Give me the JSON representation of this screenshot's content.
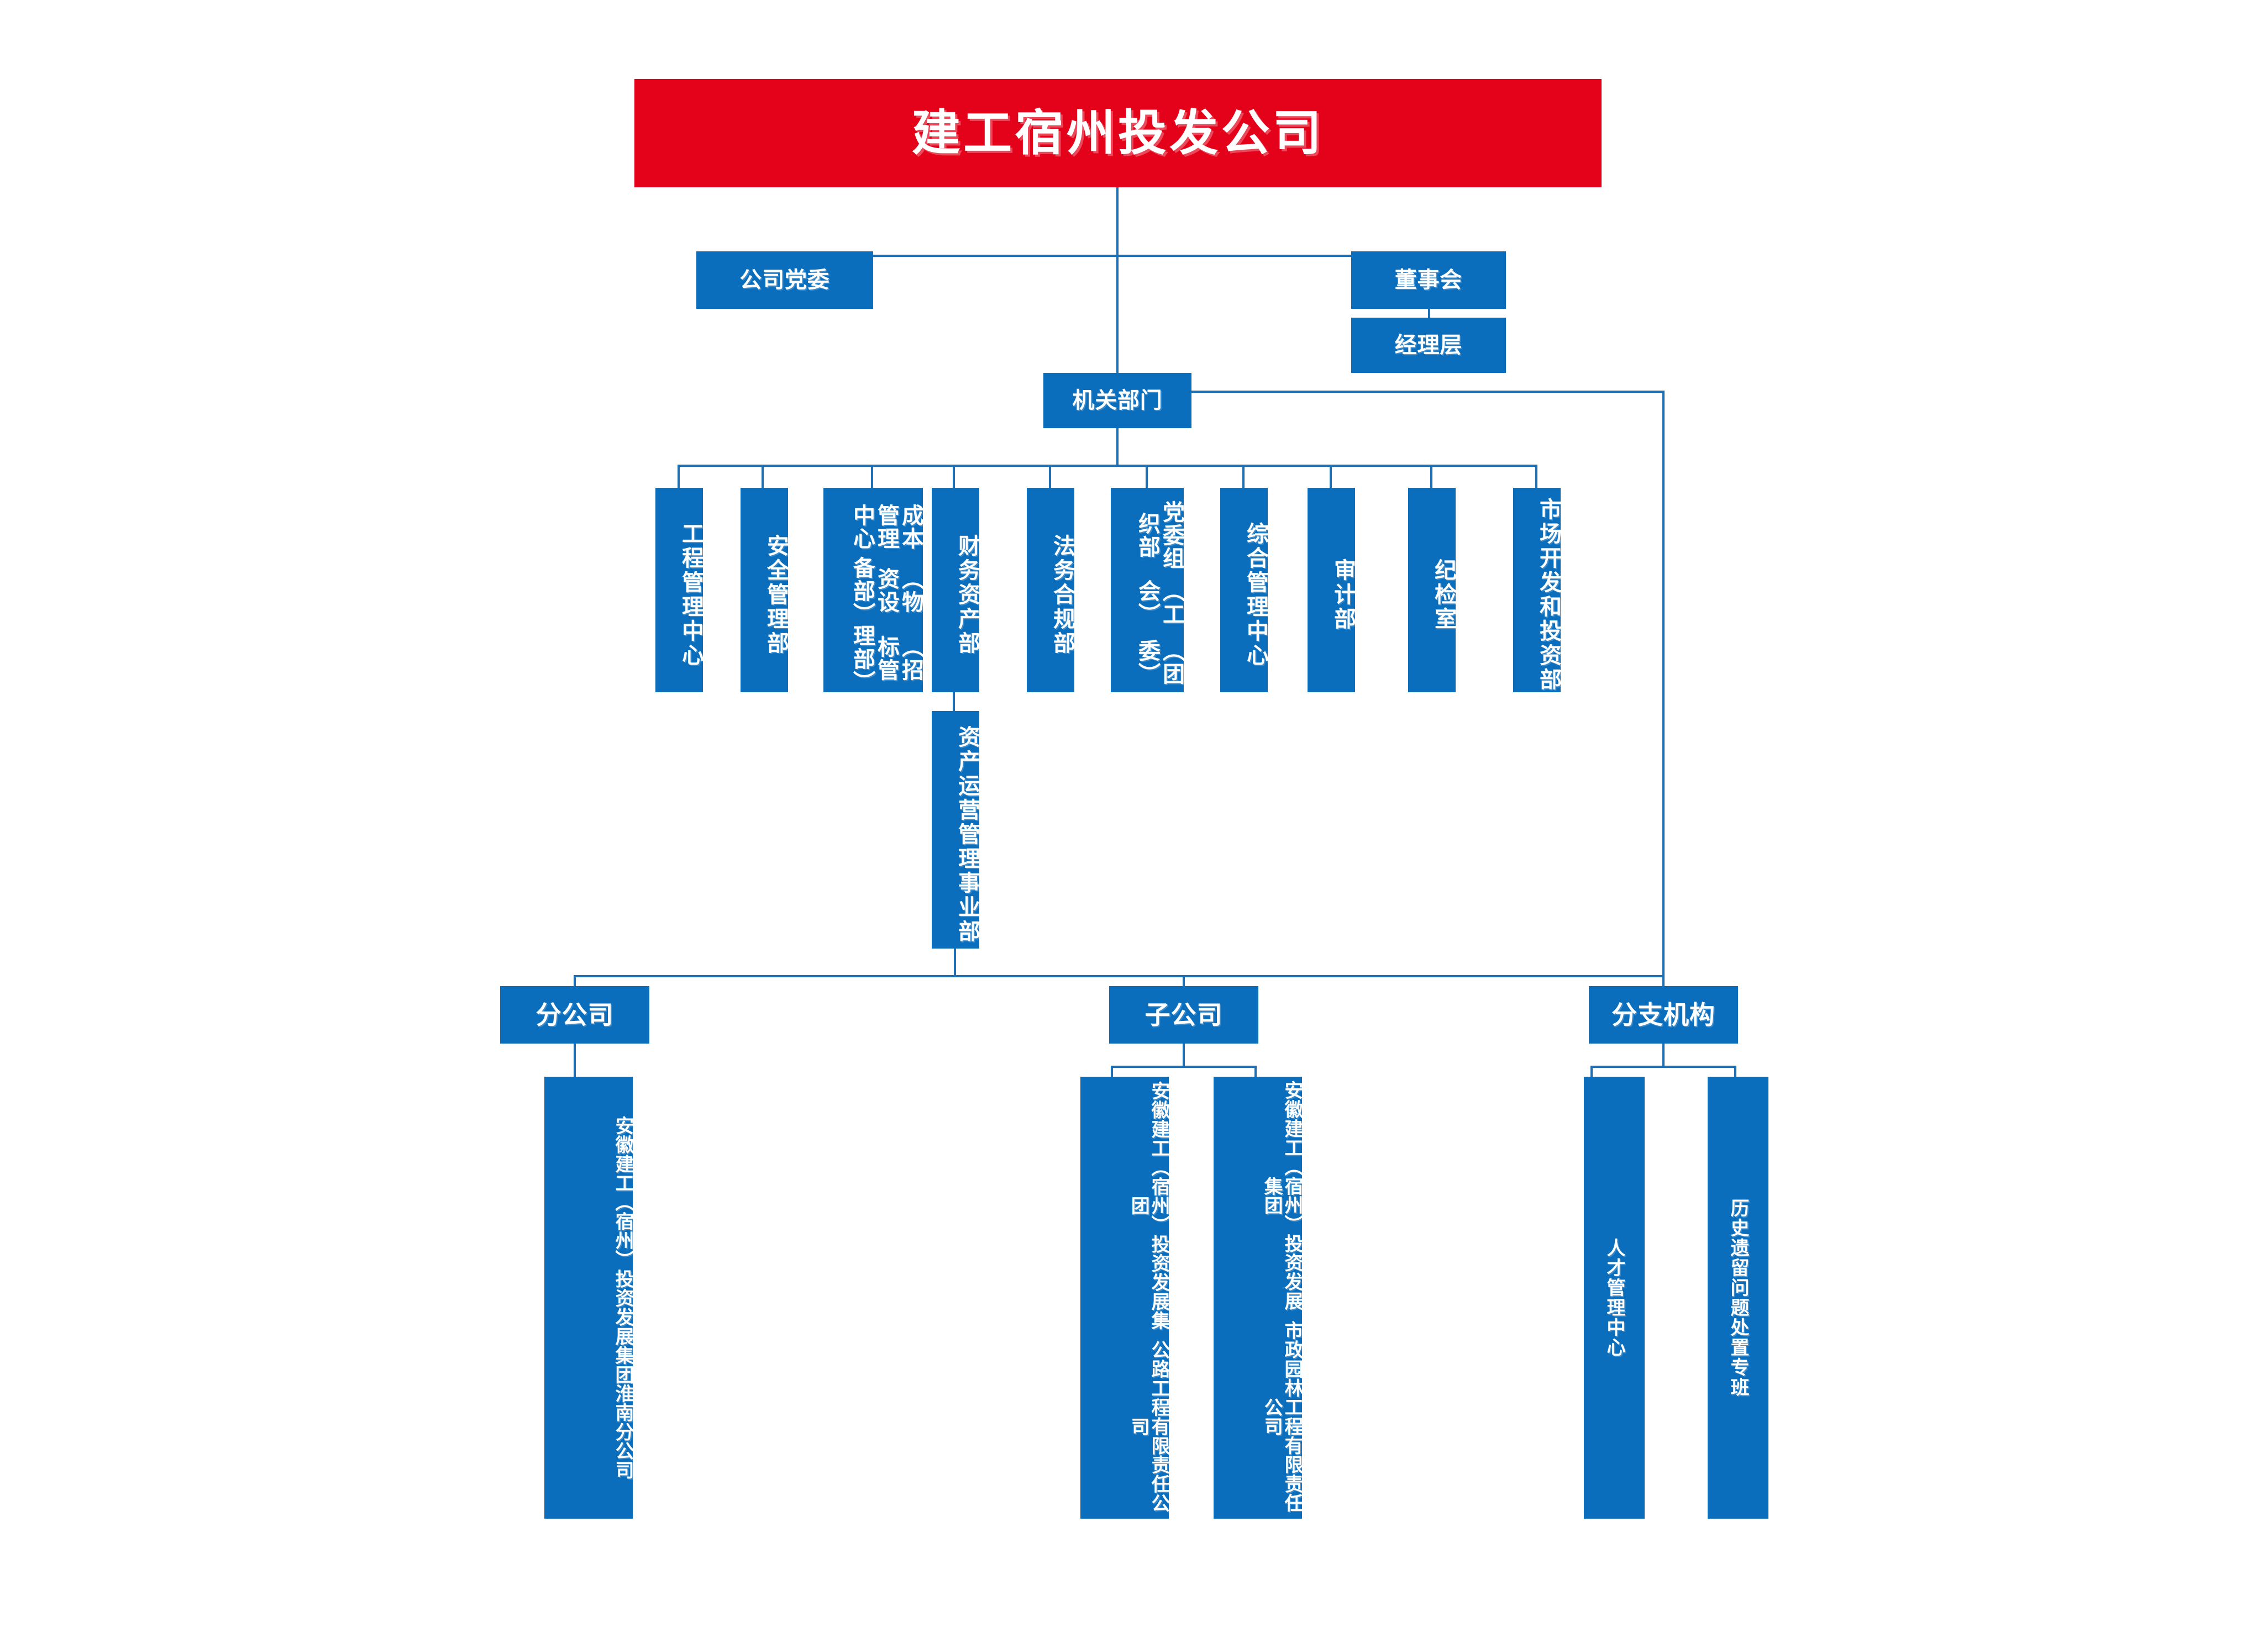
{
  "chart_data": {
    "type": "diagram",
    "title": "建工宿州投发公司组织架构图",
    "root": "建工宿州投发公司",
    "nodes": {
      "root": "建工宿州投发公司",
      "party_committee": "公司党委",
      "board": "董事会",
      "management": "经理层",
      "agency": "机关部门",
      "departments": [
        "工程管理中心",
        "安全管理部",
        "成本管理中心（物资设备部）（招标管理部）",
        "财务资产部",
        "法务合规部",
        "党委组织部（工会）（团委）",
        "综合管理中心",
        "审计部",
        "纪检室",
        "市场开发和投资部"
      ],
      "asset_ops": "资产运营管理事业部",
      "branch_header": "分公司",
      "subsidiary_header": "子公司",
      "institution_header": "分支机构",
      "branches": [
        "安徽建工（宿州）投资发展集团淮南分公司"
      ],
      "subsidiaries": [
        "安徽建工（宿州）投资发展集团公路工程有限责任公司",
        "安徽建工（宿州）投资发展集团市政园林工程有限责任公司"
      ],
      "institutions": [
        "人才管理中心",
        "历史遗留问题处置专班"
      ]
    }
  },
  "colors": {
    "root_red": "#e4021b",
    "node_blue": "#0a6ebd",
    "connector_blue": "#1f6fb4",
    "text_white": "#ffffff",
    "background": "#ffffff"
  },
  "chart": {
    "root_title": "建工宿州投发公司",
    "party_committee": "公司党委",
    "board": "董事会",
    "management": "经理层",
    "agency": "机关部门",
    "dept_0": "工程管理中心",
    "dept_1": "安全管理部",
    "dept_2_a": "成本管理中心",
    "dept_2_b": "（物资设备部）",
    "dept_2_c": "（招标管理部）",
    "dept_3": "财务资产部",
    "dept_4": "法务合规部",
    "dept_5_a": "党委组织部",
    "dept_5_b": "（工会）",
    "dept_5_c": "（团委）",
    "dept_6": "综合管理中心",
    "dept_7": "审计部",
    "dept_8": "纪检室",
    "dept_9": "市场开发和投资部",
    "asset_ops": "资产运营管理事业部",
    "branch_header": "分公司",
    "subsidiary_header": "子公司",
    "institution_header": "分支机构",
    "branch_0_a": "安徽建工（宿州）投资发展集团",
    "branch_0_b": "淮南分公司",
    "subsidiary_0_a": "安徽建工（宿州）投资发展集团",
    "subsidiary_0_b": "公路工程有限责任公司",
    "subsidiary_1_a": "安徽建工（宿州）投资发展集团",
    "subsidiary_1_b": "市政园林工程有限责任公司",
    "institution_0": "人才管理中心",
    "institution_1": "历史遗留问题处置专班"
  }
}
